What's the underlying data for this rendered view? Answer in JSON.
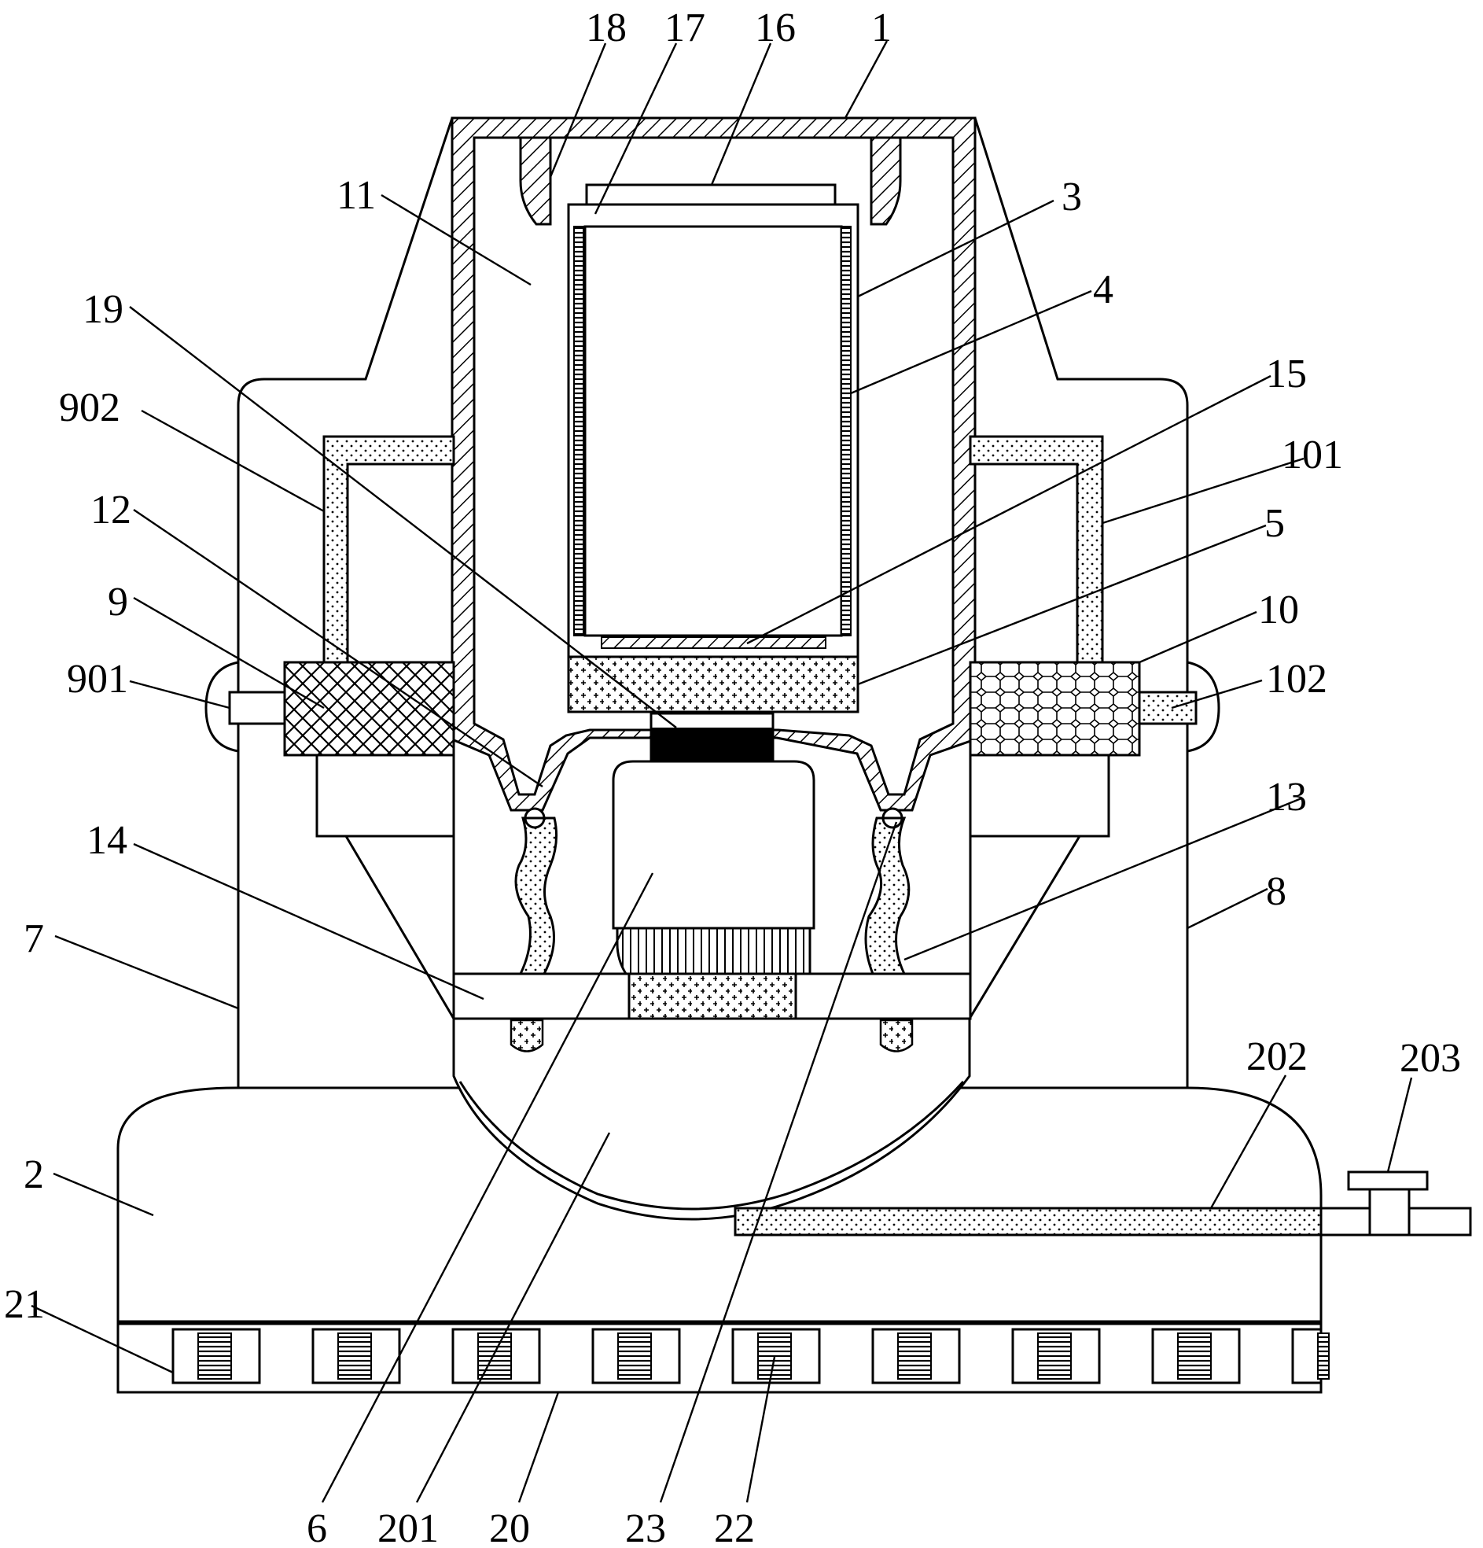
{
  "labels": {
    "l1": "1",
    "l2": "2",
    "l3": "3",
    "l4": "4",
    "l5": "5",
    "l6": "6",
    "l7": "7",
    "l8": "8",
    "l9": "9",
    "l10": "10",
    "l11": "11",
    "l12": "12",
    "l13": "13",
    "l14": "14",
    "l15": "15",
    "l16": "16",
    "l17": "17",
    "l18": "18",
    "l19": "19",
    "l20": "20",
    "l21": "21",
    "l22": "22",
    "l23": "23",
    "l101": "101",
    "l102": "102",
    "l201": "201",
    "l202": "202",
    "l203": "203",
    "l901": "901",
    "l902": "902"
  }
}
